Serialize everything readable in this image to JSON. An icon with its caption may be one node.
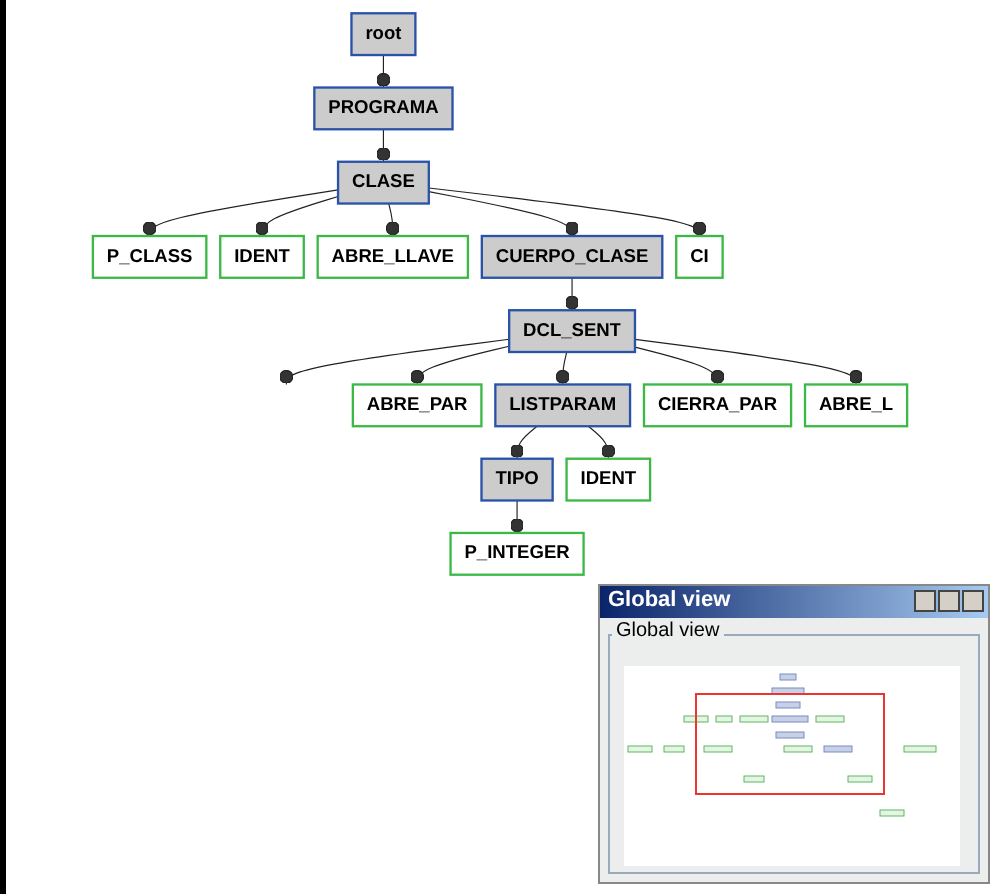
{
  "diagram": {
    "nodes": [
      {
        "text": [
          "root"
        ]
      },
      {
        "text": [
          "PROGRAMA"
        ]
      },
      {
        "text": [
          "CLASE"
        ]
      },
      {
        "text": [
          "P_CLASS"
        ]
      },
      {
        "text": [
          "IDENT"
        ]
      },
      {
        "text": [
          "ABRE_LLAVE"
        ]
      },
      {
        "text": [
          "CUERPO_CLASE"
        ]
      },
      {
        "text": [
          "CI"
        ]
      },
      {
        "text": [
          "DCL_SENT"
        ]
      },
      {
        "text": [
          "ABRE_PAR"
        ]
      },
      {
        "text": [
          "LISTPARAM"
        ]
      },
      {
        "text": [
          "CIERRA_PAR"
        ]
      },
      {
        "text": [
          "ABRE_L"
        ]
      },
      {
        "text": [
          "TIPO"
        ]
      },
      {
        "text": [
          "IDENT"
        ]
      },
      {
        "text": [
          "P_INTEGER"
        ]
      }
    ],
    "edges": [
      {
        "from": 0,
        "to": 1,
        "arrow": "other"
      },
      {
        "from": 1,
        "to": 2,
        "arrow": "other"
      },
      {
        "from": 2,
        "to": 3,
        "arrow": "other"
      },
      {
        "from": 2,
        "to": 4,
        "arrow": "other"
      },
      {
        "from": 2,
        "to": 5,
        "arrow": "other"
      },
      {
        "from": 2,
        "to": 6,
        "arrow": "other"
      },
      {
        "from": 2,
        "to": 7,
        "arrow": "other"
      },
      {
        "from": 6,
        "to": 8,
        "arrow": "other"
      },
      {
        "from": 8,
        "to": null,
        "arrow": "other"
      },
      {
        "from": 8,
        "to": 9,
        "arrow": "other"
      },
      {
        "from": 8,
        "to": 10,
        "arrow": "other"
      },
      {
        "from": 8,
        "to": 11,
        "arrow": "other"
      },
      {
        "from": 8,
        "to": 12,
        "arrow": "other"
      },
      {
        "from": 10,
        "to": 13,
        "arrow": "other"
      },
      {
        "from": 10,
        "to": 14,
        "arrow": "other"
      },
      {
        "from": 13,
        "to": 15,
        "arrow": "other"
      }
    ],
    "labels": [
      "Global view",
      "Global view"
    ]
  }
}
